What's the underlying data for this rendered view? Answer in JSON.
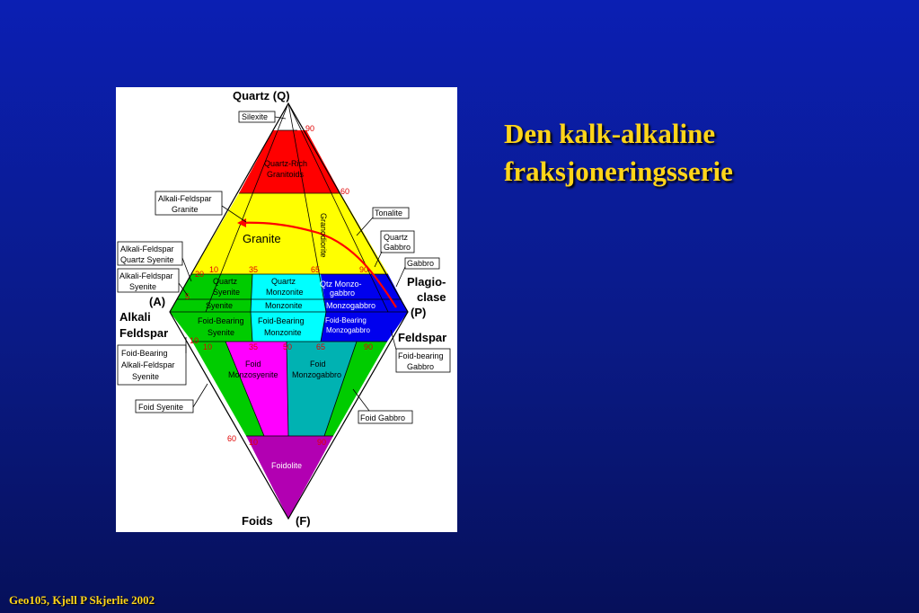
{
  "slide": {
    "title_line1": "Den kalk-alkaline",
    "title_line2": "fraksjoneringsserie",
    "footer": "Geo105, Kjell P Skjerlie 2002"
  },
  "colors": {
    "background": "#0a1a86",
    "title": "#ffd51a",
    "quartz_rich": "#ff0000",
    "granite": "#ffff00",
    "syenite_monzonite": "#00cc00",
    "monzonite": "#00ffff",
    "gabbro": "#0000ee",
    "foid_monzosyenite": "#ff00ff",
    "foid_monzogabbro": "#00b2b2",
    "foidolite": "#b200b2",
    "trend_arrow": "#ff0000"
  },
  "diagram": {
    "apex_q": "Quartz (Q)",
    "apex_f": "Foids",
    "apex_f_letter": "(F)",
    "apex_a_line1": "Alkali",
    "apex_a_line2": "Feldspar",
    "apex_a_letter": "(A)",
    "apex_p_line1": "Plagio-",
    "apex_p_line2": "clase",
    "apex_p_letter": "(P)",
    "apex_p_line3": "Feldspar",
    "fields": {
      "quartz_rich_1": "Quartz-Rich",
      "quartz_rich_2": "Granitoids",
      "granite": "Granite",
      "granodiorite": "Granodiorite",
      "q_syenite_1": "Quartz",
      "q_syenite_2": "Syenite",
      "q_monzonite_1": "Quartz",
      "q_monzonite_2": "Monzonite",
      "qtz_monzogabbro_1": "Qtz Monzo-",
      "qtz_monzogabbro_2": "gabbro",
      "syenite": "Syenite",
      "monzonite": "Monzonite",
      "monzogabbro": "Monzogabbro",
      "foid_syenite_1": "Foid-Bearing",
      "foid_syenite_2": "Syenite",
      "foid_monzonite_1": "Foid-Bearing",
      "foid_monzonite_2": "Monzonite",
      "foid_monzogabbro_1": "Foid-Bearing",
      "foid_monzogabbro_2": "Monzogabbro",
      "foid_monzosyenite_1": "Foid",
      "foid_monzosyenite_2": "Monzosyenite",
      "foid_monzogabbro_lower_1": "Foid",
      "foid_monzogabbro_lower_2": "Monzogabbro",
      "foidolite": "Foidolite"
    },
    "callouts": {
      "silexite": "Silexite",
      "af_granite_1": "Alkali-Feldspar",
      "af_granite_2": "Granite",
      "tonalite": "Tonalite",
      "quartz_gabbro_1": "Quartz",
      "quartz_gabbro_2": "Gabbro",
      "af_q_syenite_1": "Alkali-Feldspar",
      "af_q_syenite_2": "Quartz Syenite",
      "gabbro": "Gabbro",
      "af_syenite_1": "Alkali-Feldspar",
      "af_syenite_2": "Syenite",
      "foid_af_syenite_1": "Foid-Bearing",
      "foid_af_syenite_2": "Alkali-Feldspar",
      "foid_af_syenite_3": "Syenite",
      "foid_bearing_gabbro_1": "Foid-bearing",
      "foid_bearing_gabbro_2": "Gabbro",
      "foid_syenite": "Foid Syenite",
      "foid_gabbro": "Foid Gabbro"
    },
    "numbers": {
      "n90": "90",
      "n60": "60",
      "n20": "20",
      "n10": "10",
      "n35": "35",
      "n65": "65",
      "n90b": "90",
      "n5": "5",
      "n10b": "10",
      "n10c": "10",
      "n35b": "35",
      "n50": "50",
      "n65b": "65",
      "n90c": "90",
      "n60b": "60",
      "n10d": "10",
      "n90d": "90"
    }
  }
}
